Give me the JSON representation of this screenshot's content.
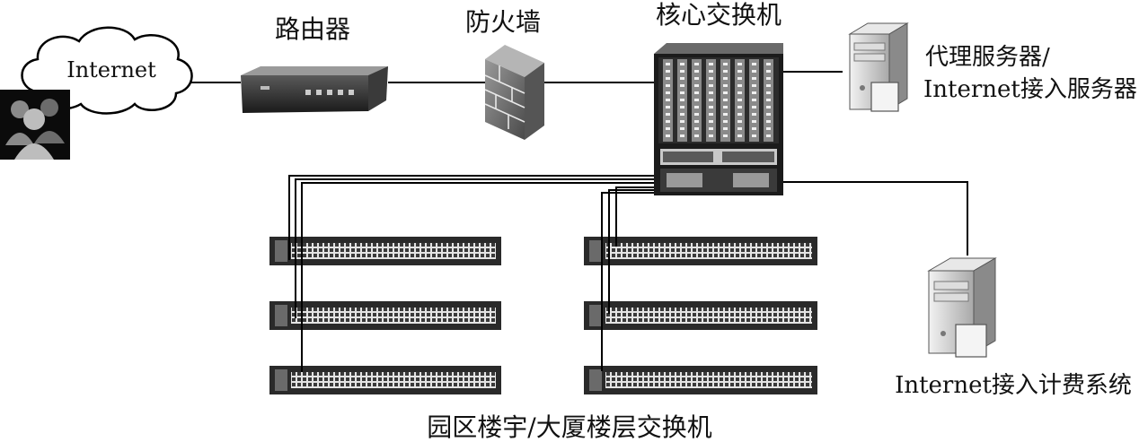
{
  "nodes": {
    "internet": {
      "label": "Internet"
    },
    "router": {
      "label": "路由器"
    },
    "firewall": {
      "label": "防火墙"
    },
    "core_switch": {
      "label": "核心交换机"
    },
    "proxy_server": {
      "label_line1": "代理服务器/",
      "label_line2": "Internet接入服务器"
    },
    "billing_server": {
      "label": "Internet接入计费系统"
    },
    "access_switches": {
      "label": "园区楼宇/大厦楼层交换机"
    }
  },
  "colors": {
    "line": "#000000",
    "device_dark": "#2a2a2a",
    "device_mid": "#8a8a8a",
    "device_light": "#d0d0d0"
  }
}
